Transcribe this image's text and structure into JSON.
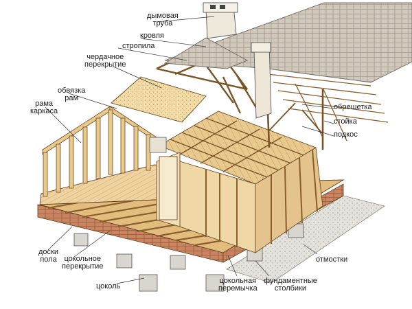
{
  "labels": {
    "chimney": [
      "дымовая",
      "труба"
    ],
    "roofing": "кровля",
    "rafters": "стропила",
    "attic_floor": [
      "чердачное",
      "перекрытие"
    ],
    "top_plate": [
      "обвязка",
      "рам"
    ],
    "frame": [
      "рама",
      "каркаса"
    ],
    "battens": "обрешетка",
    "post": "стойка",
    "brace": "подкос",
    "floorboards": [
      "доски",
      "пола"
    ],
    "basement_floor": [
      "цокольное",
      "перекрытие"
    ],
    "plinth": "цоколь",
    "plinth_lintel": [
      "цокольная",
      "перемычка"
    ],
    "foundation_posts": [
      "фундаментные",
      "столбики"
    ],
    "blind_area": "отмостки"
  },
  "colors": {
    "wood_light": "#f0d9a6",
    "wood_mid": "#dcb274",
    "wood_dark": "#b98a4e",
    "outline": "#5a3d1e",
    "roof_tile": "#c9c1b4",
    "brick": "#c77f5a",
    "concrete": "#d9d9d4",
    "leader": "#333333"
  }
}
